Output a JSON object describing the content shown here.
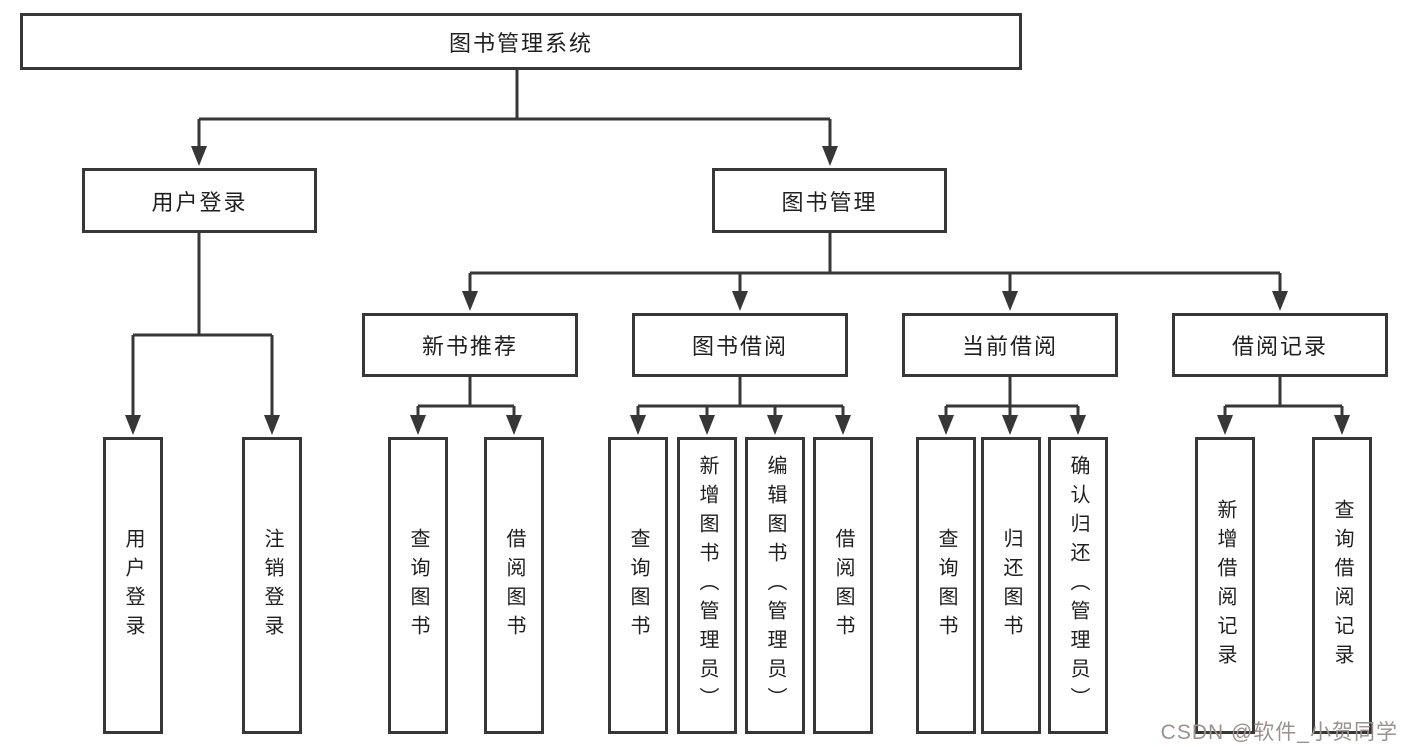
{
  "diagram": {
    "root": {
      "label": "图书管理系统"
    },
    "level2": [
      {
        "label": "用户登录"
      },
      {
        "label": "图书管理"
      }
    ],
    "level3": [
      {
        "label": "新书推荐"
      },
      {
        "label": "图书借阅"
      },
      {
        "label": "当前借阅"
      },
      {
        "label": "借阅记录"
      }
    ],
    "leaves": {
      "login": [
        {
          "label": "用户登录"
        },
        {
          "label": "注销登录"
        }
      ],
      "newbook": [
        {
          "label": "查询图书"
        },
        {
          "label": "借阅图书"
        }
      ],
      "borrow": [
        {
          "label": "查询图书"
        },
        {
          "label": "新增图书（管理员）"
        },
        {
          "label": "编辑图书（管理员）"
        },
        {
          "label": "借阅图书"
        }
      ],
      "current": [
        {
          "label": "查询图书"
        },
        {
          "label": "归还图书"
        },
        {
          "label": "确认归还（管理员）"
        }
      ],
      "records": [
        {
          "label": "新增借阅记录"
        },
        {
          "label": "查询借阅记录"
        }
      ]
    }
  },
  "watermark": {
    "text": "CSDN @软件_小贺同学"
  },
  "colors": {
    "line": "#373737",
    "box_border": "#373737",
    "text": "#1f1f1f",
    "watermark": "#9b9191",
    "background": "#ffffff"
  }
}
